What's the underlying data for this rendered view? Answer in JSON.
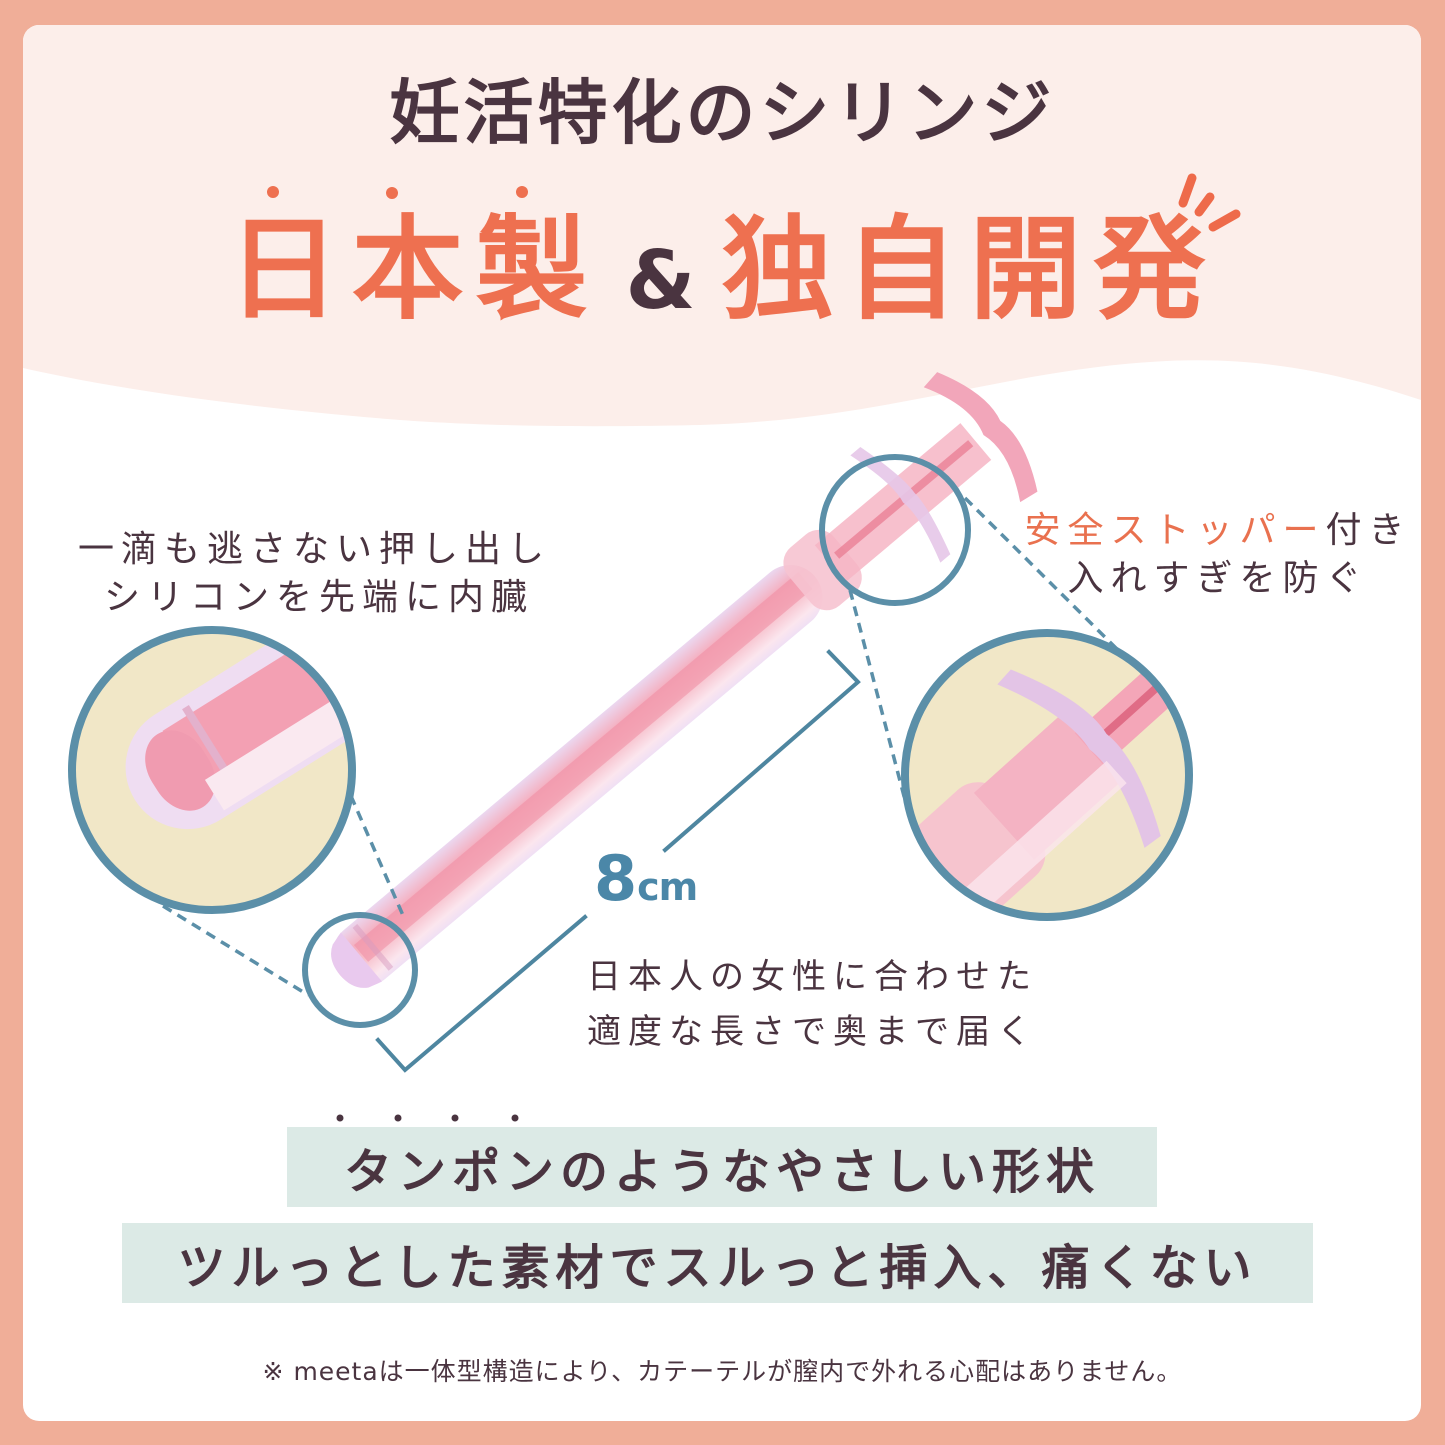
{
  "title": "妊活特化のシリンジ",
  "headline": {
    "part1": "日本製",
    "amp": "&",
    "part2": "独自開発",
    "emphasis_dots_on": "日本製"
  },
  "callouts": {
    "tip": {
      "line1": "一滴も逃さない押し出し",
      "line2": "シリコンを先端に内臓"
    },
    "stopper": {
      "accent": "安全ストッパー",
      "line1_rest": "付き",
      "line2": "入れすぎを防ぐ"
    },
    "length": {
      "value": "8",
      "unit": "cm",
      "line1": "日本人の女性に合わせた",
      "line2": "適度な長さで奥まで届く"
    }
  },
  "features": [
    {
      "text": "タンポンのようなやさしい形状",
      "emphasis_dots_on": "タンポン"
    },
    {
      "text": "ツルっとした素材でスルっと挿入、痛くない"
    }
  ],
  "footnote": "※ meetaは一体型構造により、カテーテルが膣内で外れる心配はありません。",
  "colors": {
    "frame": "#F0AE98",
    "header_bg": "#FCEEEA",
    "accent": "#EE7050",
    "text": "#4A3440",
    "ring": "#5B8FA8",
    "magnifier_fill": "#F1E7C7",
    "band": "#DCEAE6",
    "syringe": "#F2A9B8"
  },
  "icons": [
    "magnifier-circle-tip",
    "magnifier-circle-stopper",
    "dimension-bracket",
    "syringe-illustration",
    "sparkle-accent"
  ]
}
